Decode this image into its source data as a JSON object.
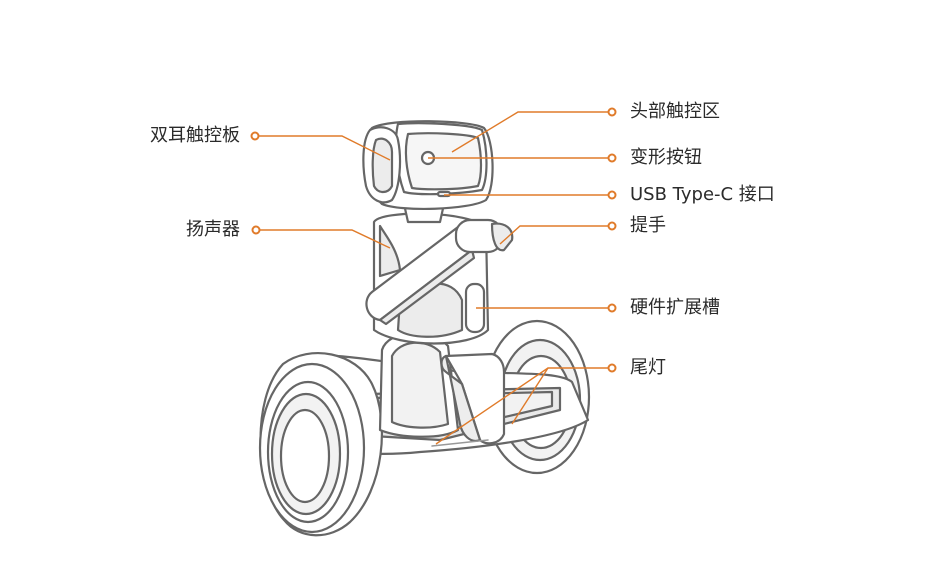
{
  "callouts": {
    "ear_touchpads": "双耳触控板",
    "speaker": "扬声器",
    "head_touch_area": "头部触控区",
    "transform_button": "变形按钮",
    "usb_port": "USB Type-C 接口",
    "handle": "提手",
    "hardware_slot": "硬件扩展槽",
    "tail_light": "尾灯"
  },
  "colors": {
    "accent": "#e07b2a",
    "outline": "#666666",
    "fill_light": "#f2f2f2",
    "fill_shade": "#e3e3e3",
    "text": "#2b2b2b"
  }
}
